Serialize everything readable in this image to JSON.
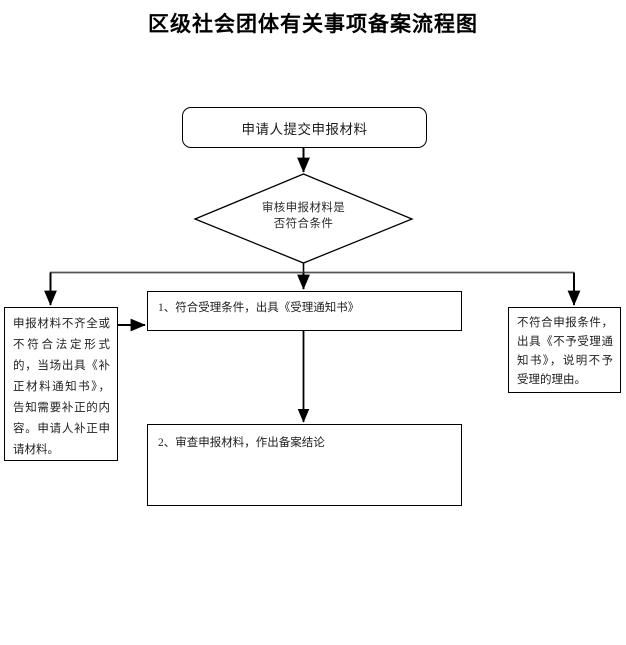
{
  "page": {
    "title": "区级社会团体有关事项备案流程图",
    "background_color": "#ffffff",
    "line_color": "#000000",
    "text_color": "#1a1a1a"
  },
  "flow": {
    "start": {
      "label": "申请人提交申报材料",
      "shape": "rounded-rectangle"
    },
    "decision": {
      "line1": "审核申报材料是",
      "line2": "否符合条件",
      "shape": "diamond"
    },
    "branch_left": {
      "label": "申报材料不齐全或不符合法定形式的，当场出具《补正材料通知书》，告知需要补正的内容。申请人补正申请材料。",
      "shape": "rectangle"
    },
    "branch_middle": {
      "label": "1、符合受理条件，出具《受理通知书》",
      "shape": "rectangle"
    },
    "branch_right": {
      "label": "不符合申报条件，出具《不予受理通知书》，说明不予受理的理由。",
      "shape": "rectangle"
    },
    "final": {
      "label": "2、审查申报材料，作出备案结论",
      "shape": "rectangle"
    }
  },
  "connectors": [
    {
      "name": "start-to-decision",
      "type": "arrow-down"
    },
    {
      "name": "decision-to-bus",
      "type": "line-down"
    },
    {
      "name": "distribution-bus",
      "type": "line-horizontal"
    },
    {
      "name": "bus-to-left-branch",
      "type": "arrow-down"
    },
    {
      "name": "bus-to-middle-branch",
      "type": "arrow-down"
    },
    {
      "name": "bus-to-right-branch",
      "type": "arrow-down"
    },
    {
      "name": "left-branch-to-middle-branch",
      "type": "arrow-right"
    },
    {
      "name": "middle-branch-to-final",
      "type": "arrow-down"
    }
  ]
}
